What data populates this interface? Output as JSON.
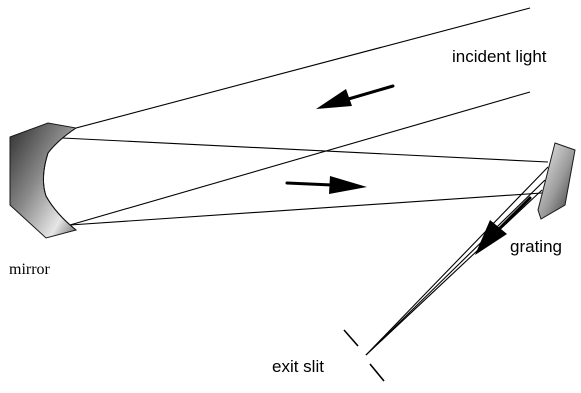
{
  "labels": {
    "incident_light": "incident light",
    "mirror": "mirror",
    "grating": "grating",
    "exit_slit": "exit slit"
  },
  "colors": {
    "line": "#000000",
    "background": "#ffffff",
    "mirror_dark": "#3a3a3a",
    "mirror_light": "#f2f2f2"
  }
}
